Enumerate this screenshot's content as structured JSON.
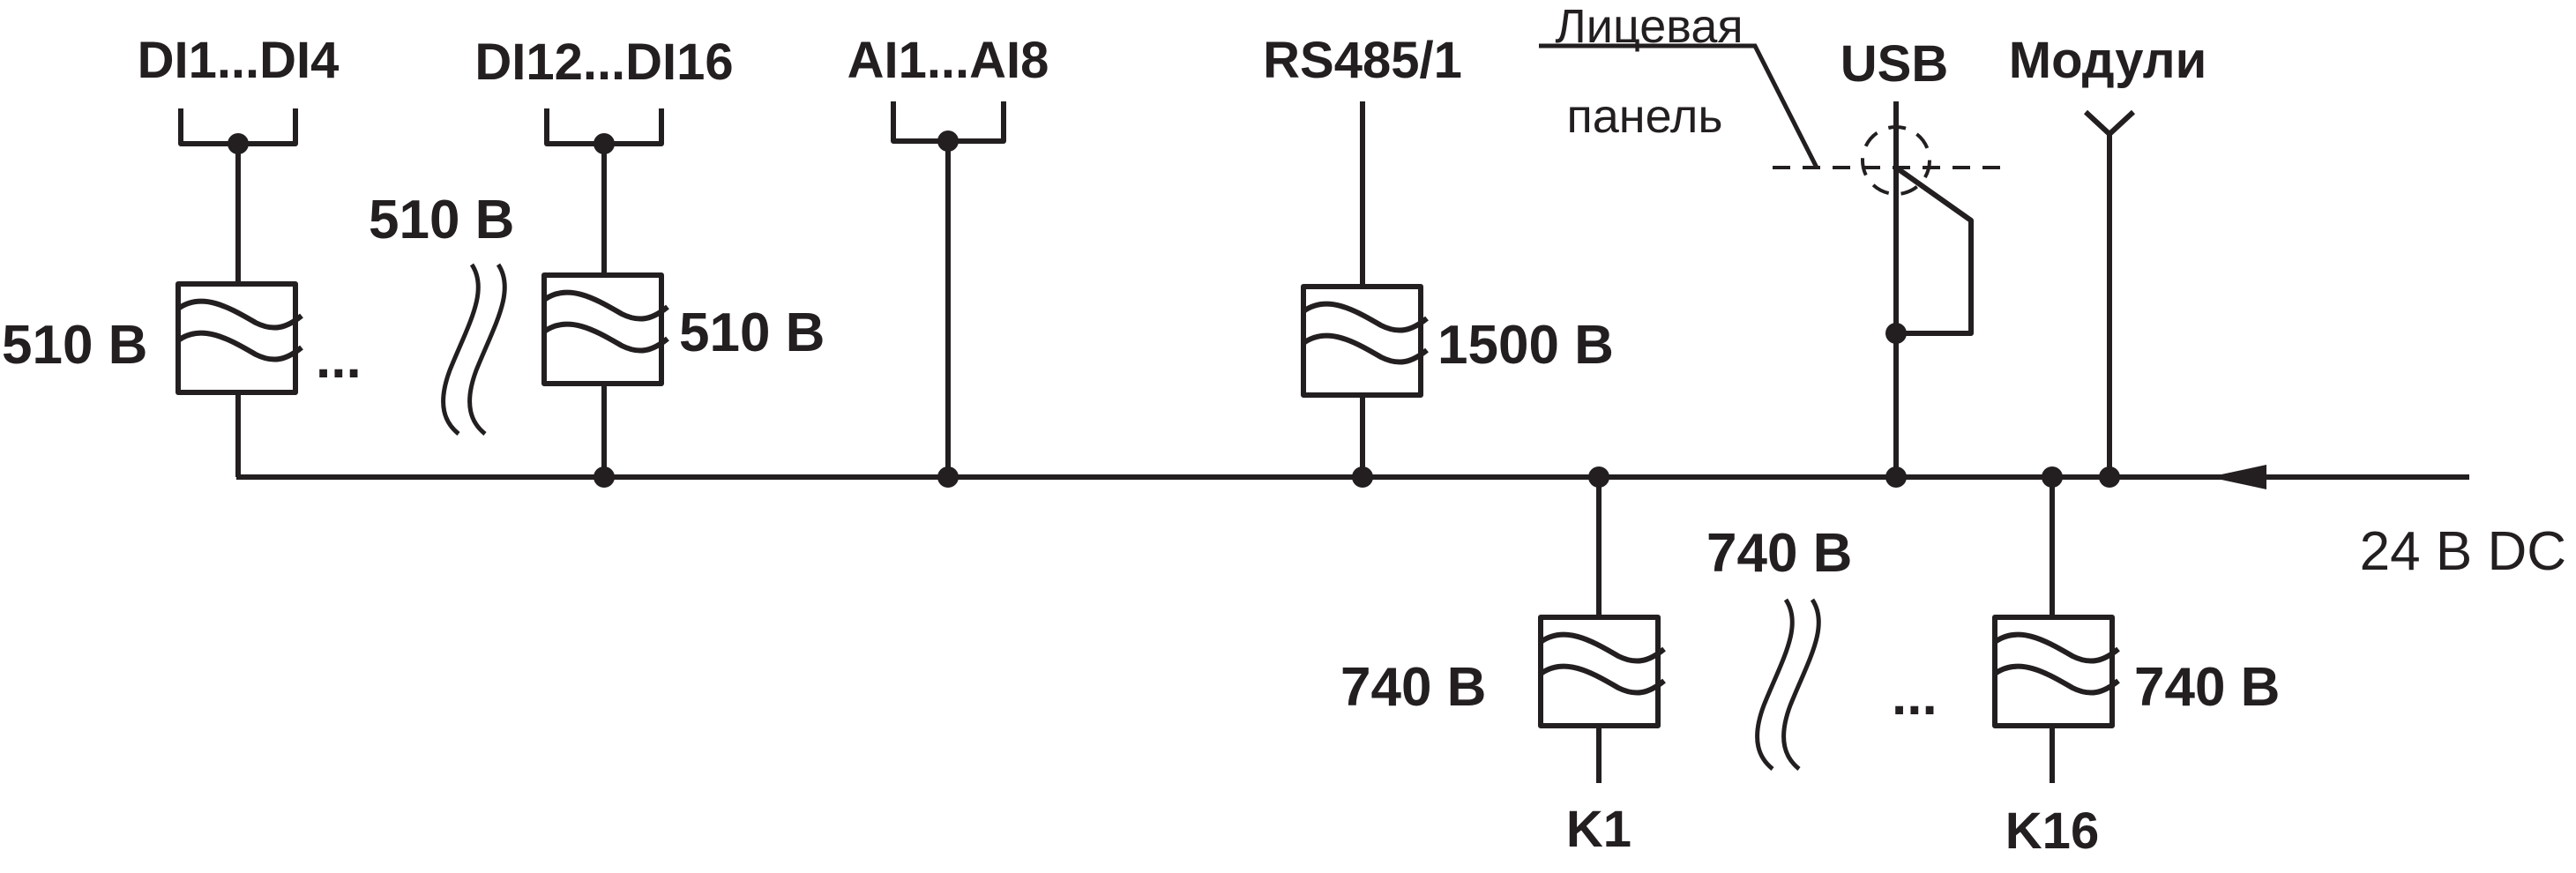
{
  "labels": {
    "di1_4": "DI1...DI4",
    "di12_16": "DI12...DI16",
    "ai1_8": "AI1...AI8",
    "rs485": "RS485/1",
    "front_panel_line1": "Лицевая",
    "front_panel_line2": "панель",
    "usb": "USB",
    "modules": "Модули",
    "supply": "24 В DC",
    "k1": "K1",
    "k16": "K16",
    "ellipsis_top": "...",
    "ellipsis_bottom": "..."
  },
  "isolation": {
    "di1_4": "510 В",
    "di_group_between": "510 В",
    "di12_16": "510 В",
    "rs485": "1500 В",
    "k_group_between": "740 В",
    "k1": "740 В",
    "k16": "740 В"
  },
  "colors": {
    "ink": "#231f20",
    "background": "#ffffff"
  }
}
